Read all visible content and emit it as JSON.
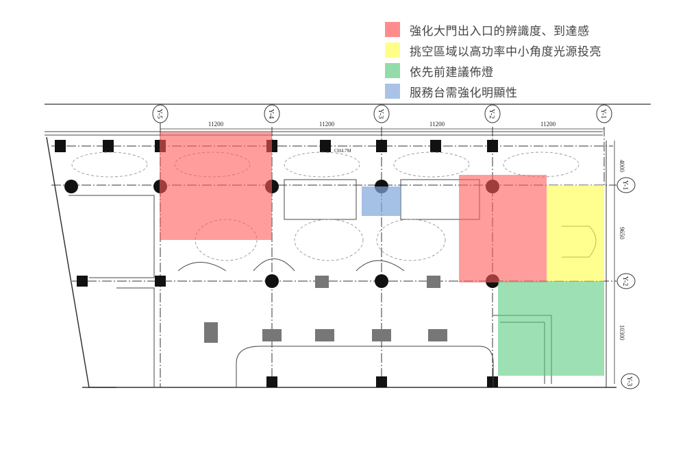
{
  "legend": [
    {
      "label": "強化大門出入口的辨識度、到達感",
      "color": "#ff8c8c"
    },
    {
      "label": "挑空區域以高功率中小角度光源投亮",
      "color": "#ffff88"
    },
    {
      "label": "依先前建議佈燈",
      "color": "#93dcaa"
    },
    {
      "label": "服務台需強化明顯性",
      "color": "#a9c3e6"
    }
  ],
  "plan": {
    "grid_columns": [
      "Y-5",
      "Y-4",
      "Y-3",
      "Y-2",
      "Y-1"
    ],
    "grid_rows": [
      "Y-1",
      "Y-2",
      "Y-3"
    ],
    "column_spacings": [
      "11200",
      "11200",
      "11200",
      "11200"
    ],
    "row_spacings": [
      "4000",
      "9650",
      "10300"
    ],
    "ceiling_height_note": "CH4.7M"
  }
}
